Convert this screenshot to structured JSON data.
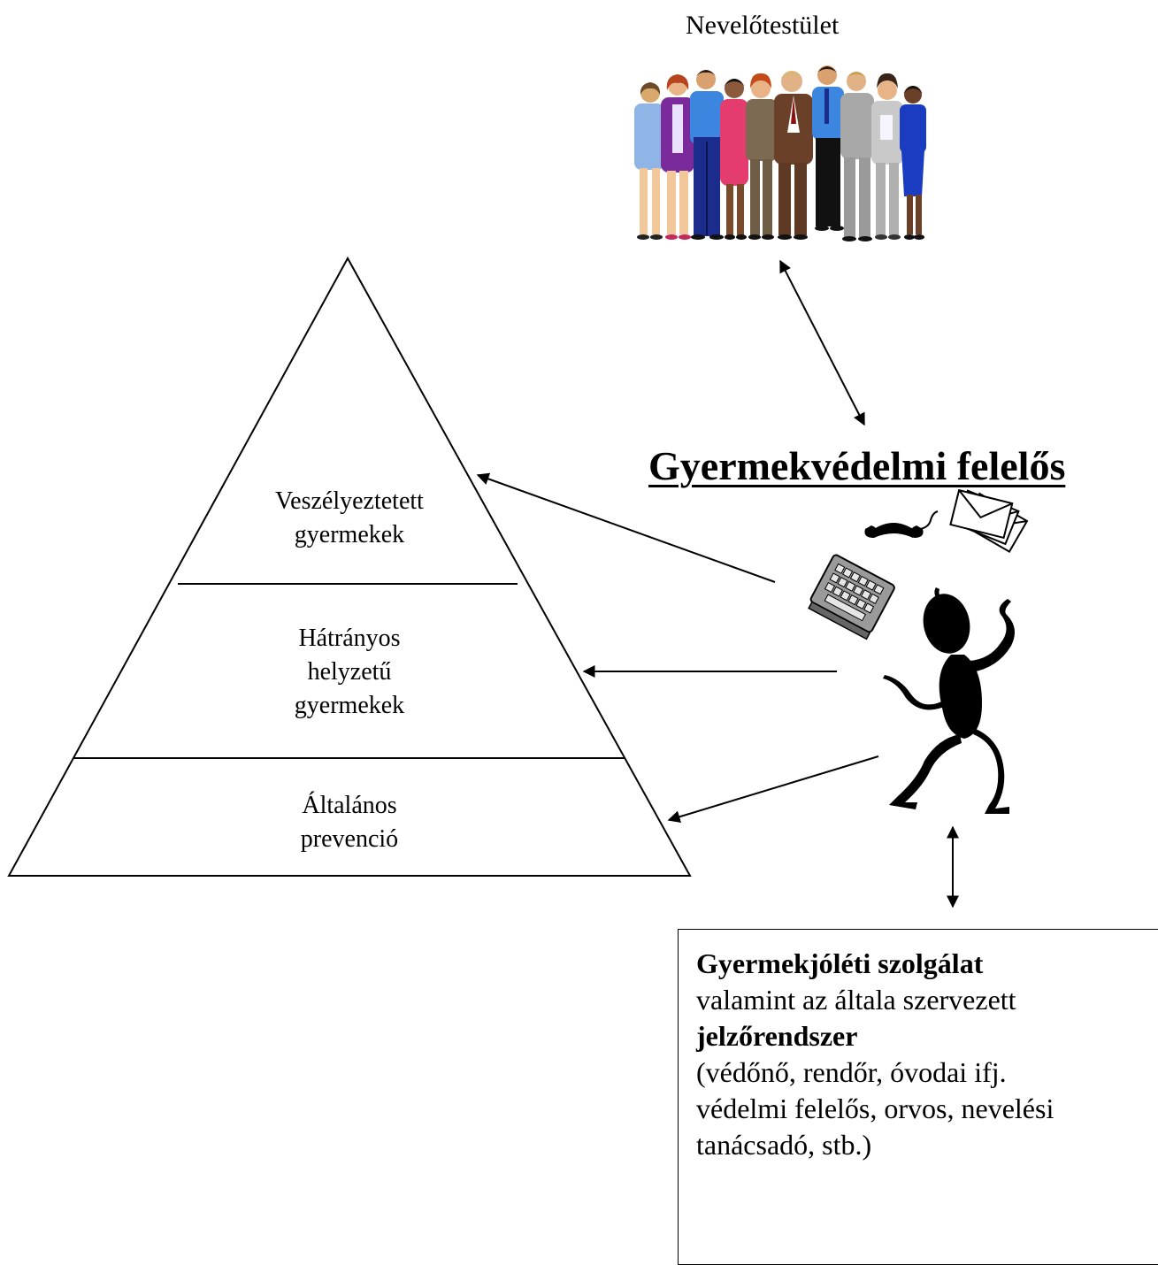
{
  "staff": {
    "title": "Nevelőtestület",
    "illustration_icon": "group-of-people-icon"
  },
  "role": {
    "title": "Gyermekvédelmi felelős",
    "illustration_icon": "juggling-person-icon",
    "props_icons": [
      "telephone-icon",
      "envelopes-icon",
      "keyboard-icon"
    ]
  },
  "pyramid": {
    "levels": [
      {
        "lines": [
          "Veszélyeztetett",
          "gyermekek"
        ]
      },
      {
        "lines": [
          "Hátrányos",
          "helyzetű",
          "gyermekek"
        ]
      },
      {
        "lines": [
          "Általános",
          "prevenció"
        ]
      }
    ]
  },
  "service_box": {
    "heading": "Gyermekjóléti szolgálat",
    "line2": "valamint az általa szervezett",
    "system_name": "jelzőrendszer",
    "members_lines": [
      "(védőnő, rendőr, óvodai ifj.",
      "védelmi felelős, orvos, nevelési",
      "tanácsadó, stb.)"
    ]
  }
}
